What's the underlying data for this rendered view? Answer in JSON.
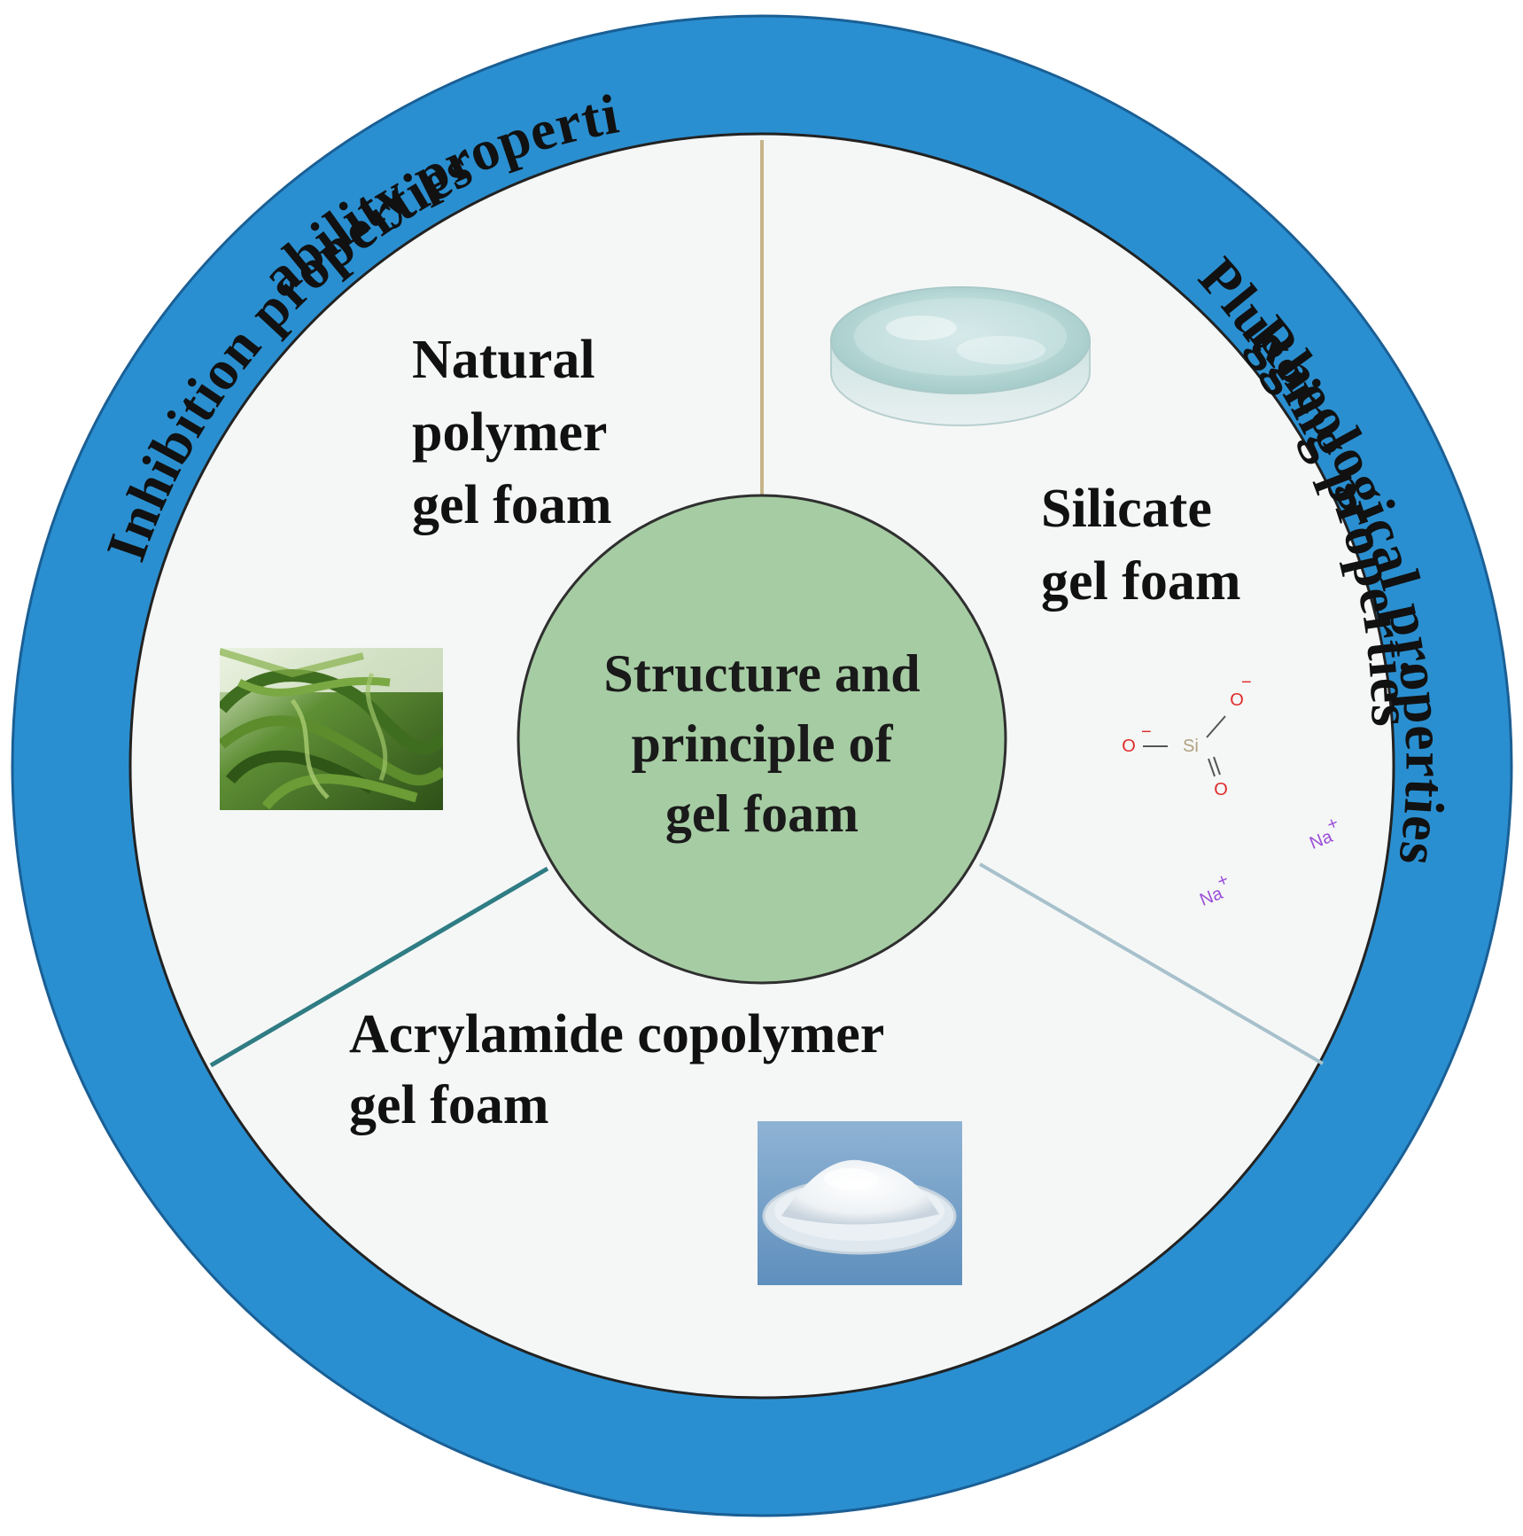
{
  "colors": {
    "ring": "#2a8fd0",
    "ring_edge": "#1a5f95",
    "inner": "#f5f7f6",
    "center": "#a6cca3",
    "center_edge": "#2f2f2f",
    "divider_top": "#c6b48a",
    "divider_left": "#2f7c84",
    "divider_right": "#a7c1cc",
    "oxygen": "#e02a2a",
    "silicon": "#b0a080",
    "sodium": "#9a4dd8"
  },
  "ring_labels": {
    "top_left": "Inhibition properties",
    "top_right": "Rheological properties",
    "bottom_right": "Stability properties",
    "bottom_left": "Plugging properties"
  },
  "center": {
    "line1": "Structure and",
    "line2": "principle of",
    "line3": "gel foam"
  },
  "segments": {
    "natural": {
      "line1": "Natural",
      "line2": "polymer",
      "line3": "gel foam",
      "image_icon": "seaweed-photo"
    },
    "silicate": {
      "line1": "Silicate",
      "line2": "gel foam",
      "image_icon": "silicate-dish-photo"
    },
    "acrylamide": {
      "line1": "Acrylamide copolymer",
      "line2": "gel foam",
      "image_icon": "acrylamide-powder-photo"
    }
  },
  "molecule": {
    "oxygen_left": "O",
    "oxygen_top": "O",
    "oxygen_bottom": "O",
    "silicon": "Si",
    "minus": "−",
    "sodium1": "Na",
    "sodium2": "Na",
    "plus": "+"
  }
}
